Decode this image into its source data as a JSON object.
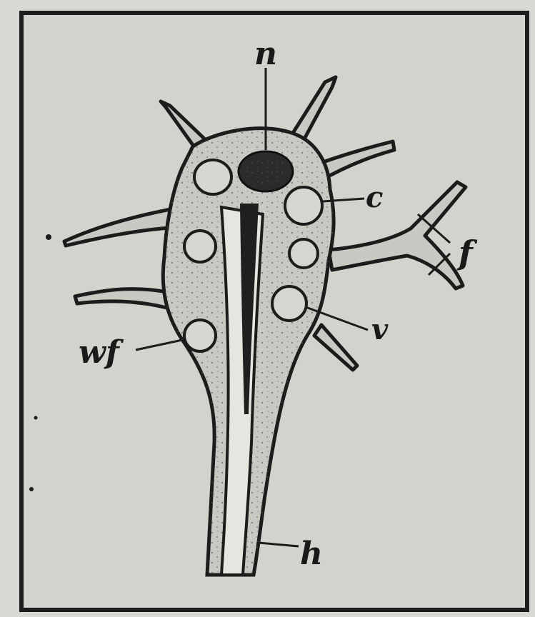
{
  "figure": {
    "colors": {
      "paper": "#d9d8d2",
      "panel": "#d3d2cc",
      "ink": "#1c1c1c",
      "cell": "#c9c8c2",
      "stipple": "#5a5a55",
      "nucleus": "#2b2b2b"
    },
    "labels": {
      "nucleus": "n",
      "vacuole_contractile": "c",
      "filopodia": "f",
      "vacuole_lower": "v",
      "food_vacuole": "wf",
      "stalk": "h"
    }
  }
}
